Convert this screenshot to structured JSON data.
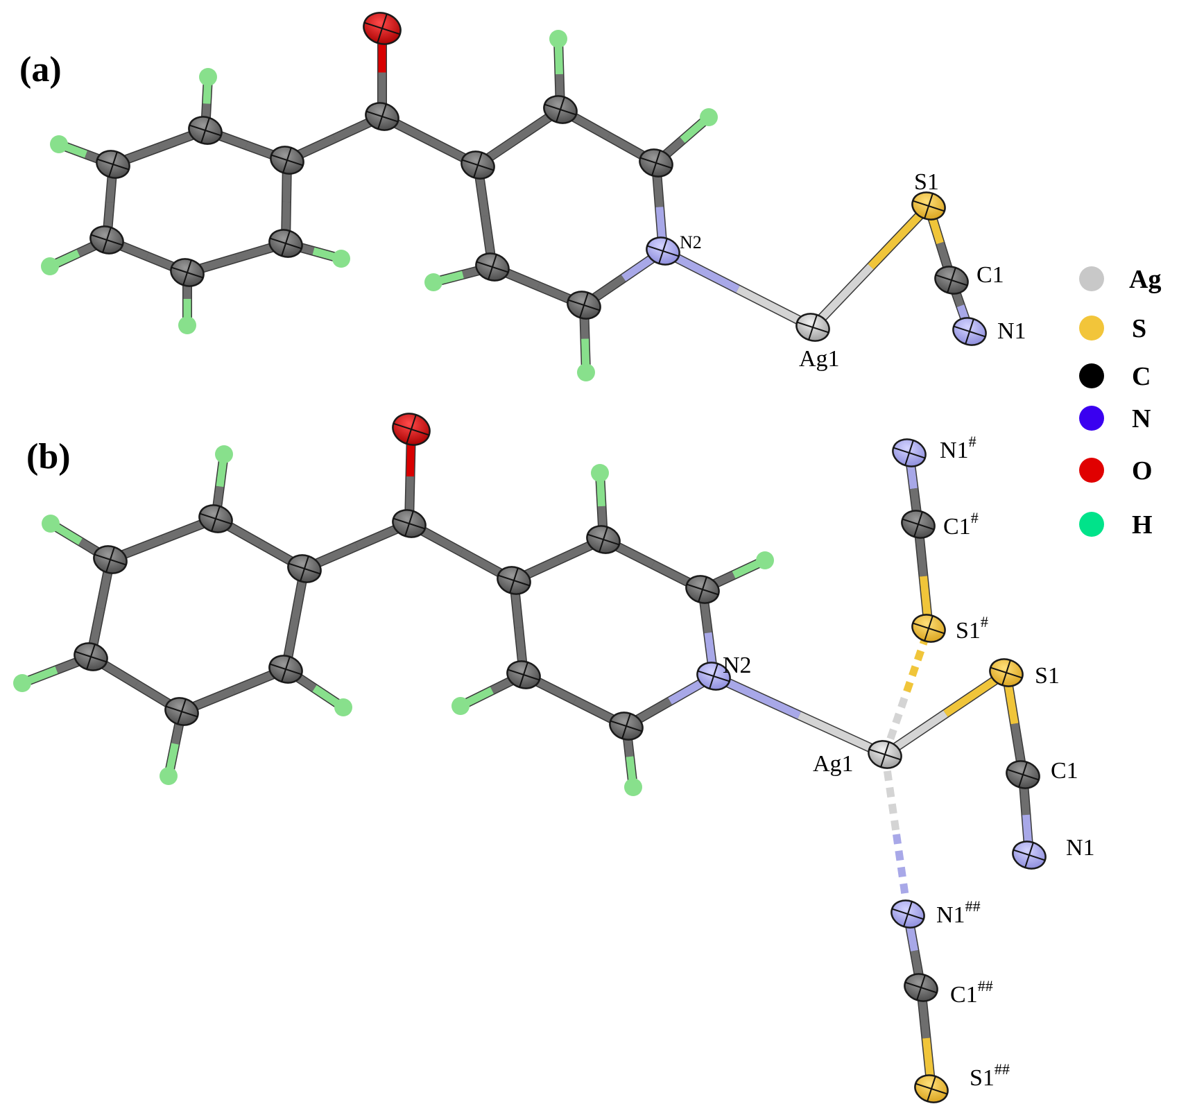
{
  "colors": {
    "Ag": "#c8c8c8",
    "S": "#f2c53a",
    "C": "#6a6a6a",
    "N": "#aaaaee",
    "O": "#d80000",
    "H": "#88e08c"
  },
  "panels": [
    {
      "id": "a",
      "label": "(a)",
      "atom_labels": {
        "N2": "N2",
        "S1": "S1",
        "C1": "C1",
        "N1": "N1",
        "Ag1": "Ag1"
      }
    },
    {
      "id": "b",
      "label": "(b)",
      "atom_labels": {
        "N2": "N2",
        "Ag1": "Ag1",
        "S1": "S1",
        "C1": "C1",
        "N1": "N1",
        "N1a": "N1",
        "N1a_sup": "#",
        "C1a": "C1",
        "C1a_sup": "#",
        "S1a": "S1",
        "S1a_sup": "#",
        "N1b": "N1",
        "N1b_sup": "##",
        "C1b": "C1",
        "C1b_sup": "##",
        "S1b": "S1",
        "S1b_sup": "##"
      }
    }
  ],
  "legend": {
    "items": [
      {
        "element": "Ag",
        "label": "Ag",
        "color": "#c8c8c8"
      },
      {
        "element": "S",
        "label": "S",
        "color": "#f2c53a"
      },
      {
        "element": "C",
        "label": "C",
        "color": "#000000"
      },
      {
        "element": "N",
        "label": "N",
        "color": "#3a00f0"
      },
      {
        "element": "O",
        "label": "O",
        "color": "#e00000"
      },
      {
        "element": "H",
        "label": "H",
        "color": "#00e38a"
      }
    ]
  }
}
